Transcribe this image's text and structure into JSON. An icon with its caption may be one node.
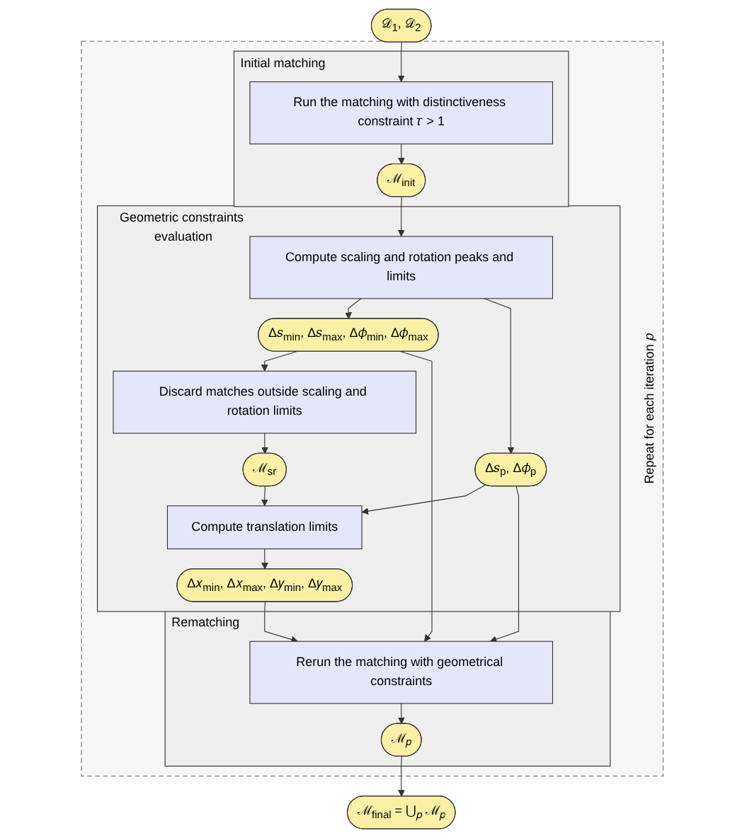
{
  "diagram": {
    "nodes": [
      {
        "text": [
          "𝒟$_{1}$, 𝒟$_{2}$"
        ]
      },
      {
        "text": [
          "Repeat for each iteration 𝑝"
        ]
      },
      {
        "text": [
          "Initial matching"
        ],
        "in": 1
      },
      {
        "text": [
          "Run the matching with distinctiveness constraint 𝜏 > 1"
        ],
        "in": 2
      },
      {
        "text": [
          "ℳ$_{init}$"
        ],
        "in": 2
      },
      {
        "text": [
          "Geometric constraints evaluation"
        ],
        "in": 1
      },
      {
        "text": [
          "Compute scaling and rotation peaks and limits"
        ],
        "in": 5
      },
      {
        "text": [
          "Δ𝑠$_{min}$, Δ𝑠$_{max}$, Δ𝜙$_{min}$, Δ𝜙$_{max}$"
        ],
        "in": 5
      },
      {
        "text": [
          "Δ𝑠$_{p}$, Δ𝜙$_{p}$"
        ],
        "in": 5
      },
      {
        "text": [
          "Discard matches outside scaling and rotation limits"
        ],
        "in": 5
      },
      {
        "text": [
          "ℳ$_{sr}$"
        ],
        "in": 5
      },
      {
        "text": [
          "Compute translation limits"
        ],
        "in": 5
      },
      {
        "text": [
          "Δ𝑥$_{min}$, Δ𝑥$_{max}$, Δ𝑦$_{min}$, Δ𝑦$_{max}$"
        ],
        "in": 5
      },
      {
        "text": [
          "Rematching"
        ],
        "in": 1
      },
      {
        "text": [
          "Rerun the matching with geometrical constraints"
        ],
        "in": 13
      },
      {
        "text": [
          "ℳ$_{𝑝}$"
        ],
        "in": 13
      },
      {
        "text": [
          "ℳ$_{final}$ = ⋃$_{𝑝}$ ℳ$_{𝑝}$"
        ]
      }
    ],
    "edges": [
      {
        "from": 0,
        "to": 3,
        "arrow": "to"
      },
      {
        "from": 3,
        "to": 4,
        "arrow": "to"
      },
      {
        "from": 4,
        "to": 6,
        "arrow": "to"
      },
      {
        "from": 6,
        "to": 7,
        "arrow": "to"
      },
      {
        "from": 6,
        "to": 8,
        "arrow": "to"
      },
      {
        "from": 7,
        "to": 9,
        "arrow": "to"
      },
      {
        "from": 9,
        "to": 10,
        "arrow": "to"
      },
      {
        "from": 10,
        "to": 11,
        "arrow": "to"
      },
      {
        "from": 8,
        "to": 11,
        "arrow": "to"
      },
      {
        "from": 11,
        "to": 12,
        "arrow": "to"
      },
      {
        "from": 12,
        "to": 14,
        "arrow": "to"
      },
      {
        "from": 7,
        "to": 14,
        "arrow": "to"
      },
      {
        "from": 8,
        "to": 14,
        "arrow": "to"
      },
      {
        "from": 14,
        "to": 15,
        "arrow": "to"
      },
      {
        "from": 15,
        "to": 16,
        "arrow": "to"
      }
    ]
  }
}
